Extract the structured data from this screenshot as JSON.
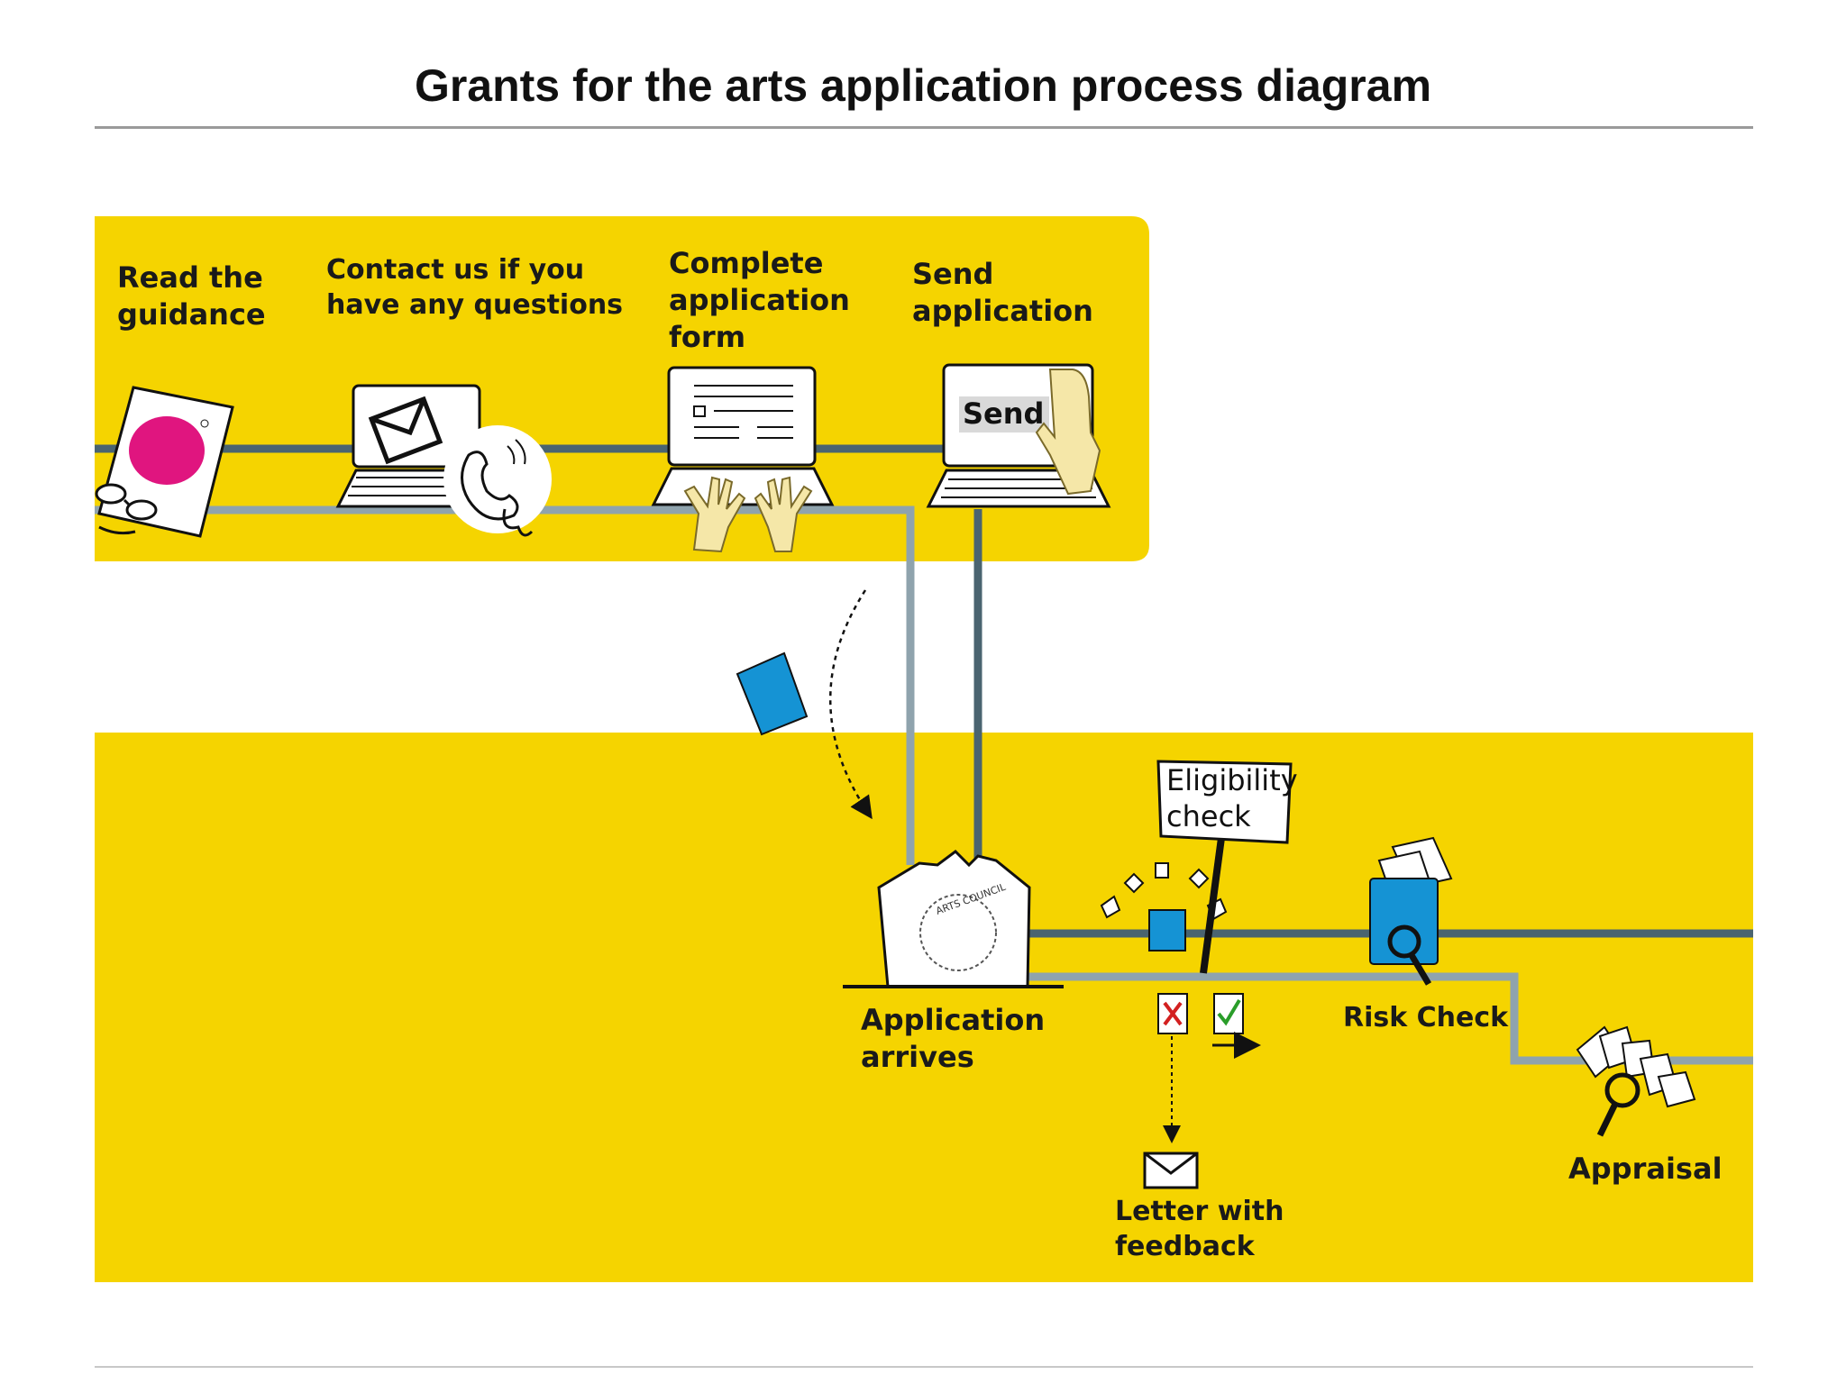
{
  "title": "Grants for the arts application process diagram",
  "colors": {
    "yellow": "#f5d400",
    "track_dark": "#4a6470",
    "track_light": "#8fa3ad",
    "magenta": "#e0157f",
    "blue": "#1593d4"
  },
  "steps": {
    "read_guidance": "Read the\nguidance",
    "contact_us": "Contact us if you\nhave any questions",
    "complete_form": "Complete\napplication\nform",
    "send_application": "Send\napplication",
    "application_arrives": "Application\narrives",
    "eligibility_check": "Eligibility\ncheck",
    "risk_check": "Risk Check",
    "letter_feedback": "Letter with\nfeedback",
    "appraisal": "Appraisal"
  },
  "send_button_label": "Send",
  "icons": [
    "document-icon",
    "glasses-icon",
    "laptop-icon",
    "envelope-icon",
    "phone-icon",
    "typing-hands-icon",
    "pointing-hand-icon",
    "paper-icon",
    "building-icon",
    "sign-icon",
    "cross-icon",
    "check-icon",
    "magnifier-icon"
  ]
}
